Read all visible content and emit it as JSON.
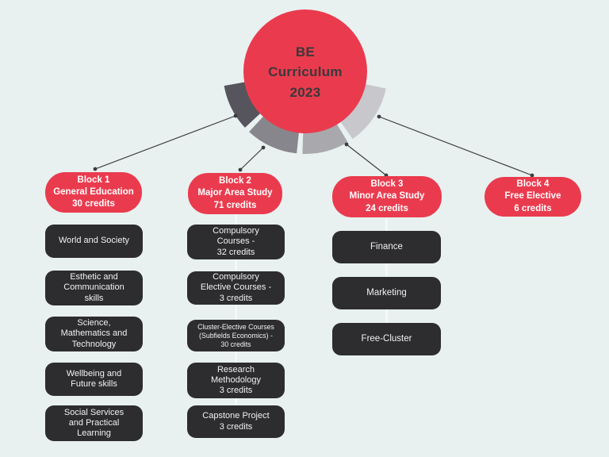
{
  "title": "BE\nCurriculum\n2023",
  "colors": {
    "background": "#e8f1f0",
    "accent_red": "#ea3b4e",
    "box_dark": "#2d2c2e",
    "arc_segment_1": "#56545c",
    "arc_segment_2": "#87868c",
    "arc_segment_3": "#a8a8ad",
    "arc_segment_4": "#c7c7cc",
    "connector": "#3d3c3e",
    "connector_light": "#f7fbfb",
    "circle_text": "#3a393b",
    "box_text": "#f2f2f2"
  },
  "blocks": [
    {
      "label": "Block 1\nGeneral Education\n30 credits",
      "items": [
        "World and Society",
        "Esthetic and\nCommunication\nskills",
        "Science,\nMathematics and\nTechnology",
        "Wellbeing and\nFuture skills",
        "Social Services\nand Practical\nLearning"
      ]
    },
    {
      "label": "Block 2\nMajor Area Study\n71 credits",
      "items": [
        "Compulsory\nCourses -\n32 credits",
        "Compulsory\nElective Courses -\n3 credits",
        "Cluster-Elective Courses\n(Subfields Economics) -\n30 credits",
        "Research\nMethodology\n3 credits",
        "Capstone Project\n3 credits"
      ]
    },
    {
      "label": "Block 3\nMinor Area Study\n24 credits",
      "items": [
        "Finance",
        "Marketing",
        "Free-Cluster"
      ]
    },
    {
      "label": "Block 4\nFree Elective\n6 credits",
      "items": []
    }
  ]
}
